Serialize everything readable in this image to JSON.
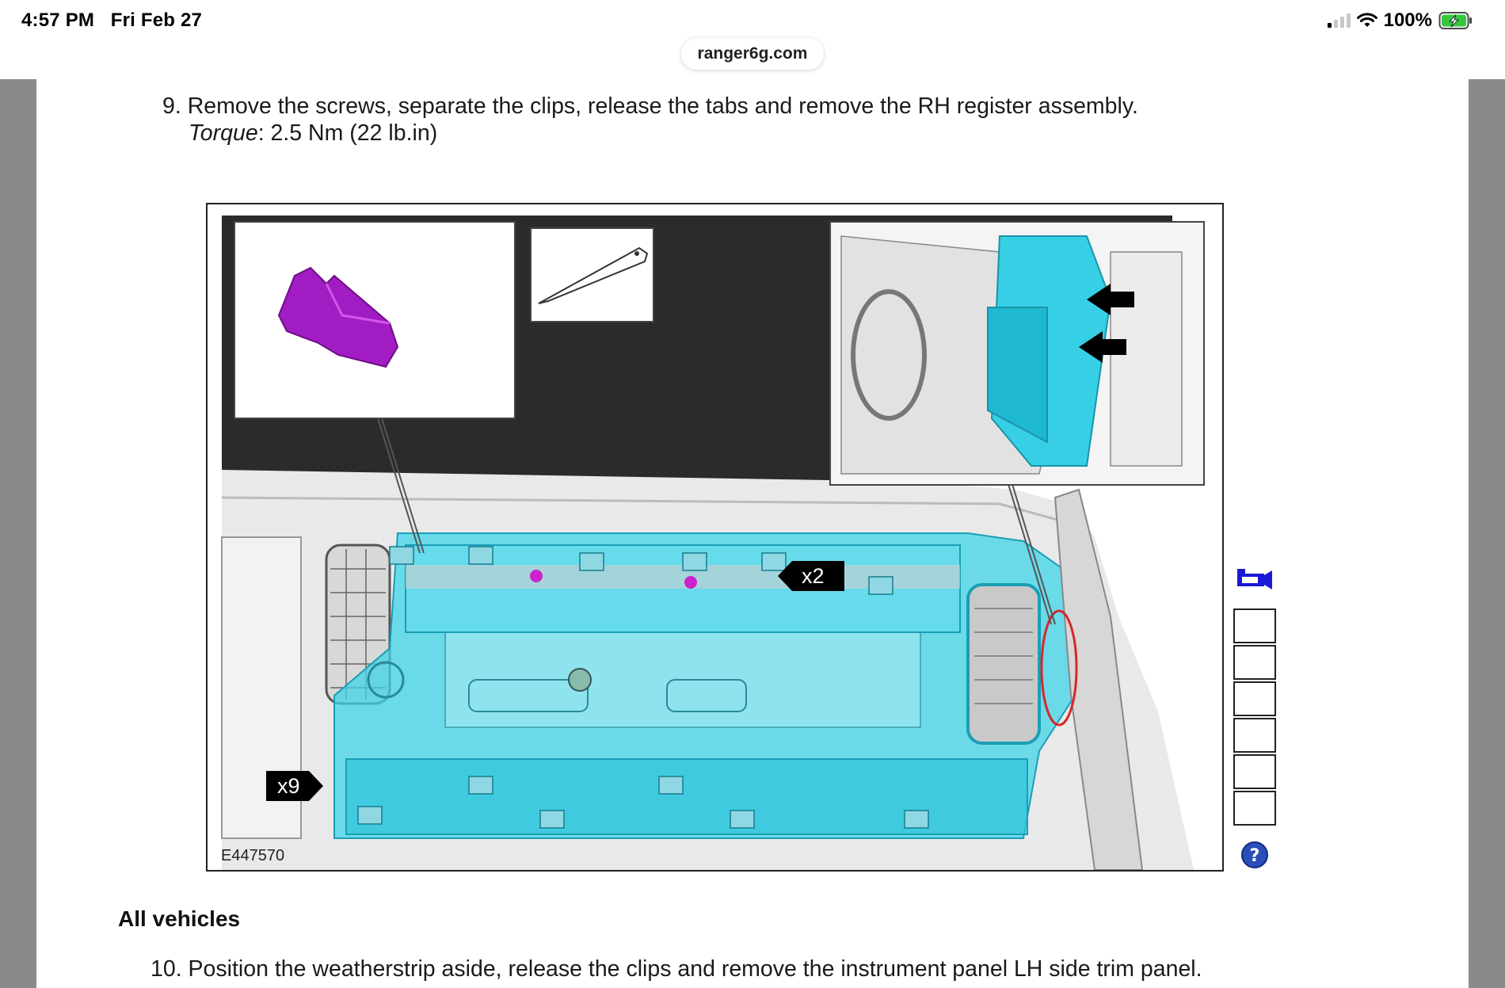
{
  "status_bar": {
    "time": "4:57 PM",
    "date": "Fri Feb 27",
    "battery_percent": "100%",
    "icons": [
      "signal-icon",
      "wifi-icon",
      "battery-charging-icon"
    ]
  },
  "browser": {
    "url": "ranger6g.com"
  },
  "document": {
    "step9": {
      "number": "9.",
      "text": "Remove the screws, separate the clips, release the tabs and remove the RH register assembly.",
      "torque_label": "Torque",
      "torque_value": ": 2.5 Nm (22 lb.in)"
    },
    "section_heading": "All vehicles",
    "step10": {
      "number": "10.",
      "text": "Position the weatherstrip aside, release the clips and remove the instrument panel LH side trim panel."
    }
  },
  "figure": {
    "id": "E447570",
    "callout_x9": "x9",
    "callout_x2": "x2",
    "colors": {
      "highlight": "#33d6ec",
      "clip": "#a21cc4",
      "background_dark": "#2a2a2a",
      "circle": "#d6282a"
    }
  },
  "toolbar": {
    "icons": [
      "video-camera-icon",
      "help-icon"
    ],
    "box_count": 6
  }
}
